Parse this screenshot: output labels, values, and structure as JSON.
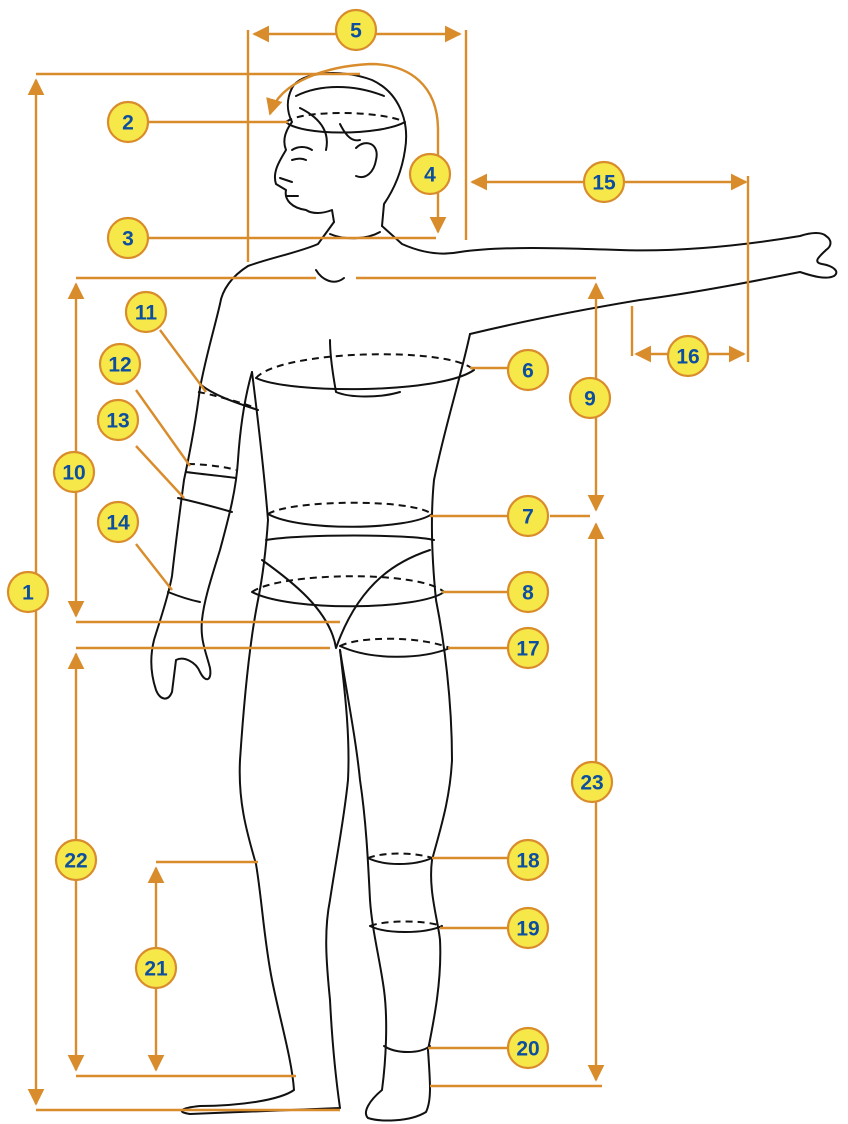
{
  "colors": {
    "badge_fill": "#f7e84a",
    "badge_border": "#d98c2b",
    "badge_text": "#0d4f9e",
    "measure_line": "#d98c2b",
    "outline": "#111111"
  },
  "figure": {
    "subject": "human body outline, front view, left arm extended",
    "icon": "human-figure-icon"
  },
  "badges": [
    {
      "id": "1",
      "label": "1"
    },
    {
      "id": "2",
      "label": "2"
    },
    {
      "id": "3",
      "label": "3"
    },
    {
      "id": "4",
      "label": "4"
    },
    {
      "id": "5",
      "label": "5"
    },
    {
      "id": "6",
      "label": "6"
    },
    {
      "id": "7",
      "label": "7"
    },
    {
      "id": "8",
      "label": "8"
    },
    {
      "id": "9",
      "label": "9"
    },
    {
      "id": "10",
      "label": "10"
    },
    {
      "id": "11",
      "label": "11"
    },
    {
      "id": "12",
      "label": "12"
    },
    {
      "id": "13",
      "label": "13"
    },
    {
      "id": "14",
      "label": "14"
    },
    {
      "id": "15",
      "label": "15"
    },
    {
      "id": "16",
      "label": "16"
    },
    {
      "id": "17",
      "label": "17"
    },
    {
      "id": "18",
      "label": "18"
    },
    {
      "id": "19",
      "label": "19"
    },
    {
      "id": "20",
      "label": "20"
    },
    {
      "id": "21",
      "label": "21"
    },
    {
      "id": "22",
      "label": "22"
    },
    {
      "id": "23",
      "label": "23"
    }
  ]
}
